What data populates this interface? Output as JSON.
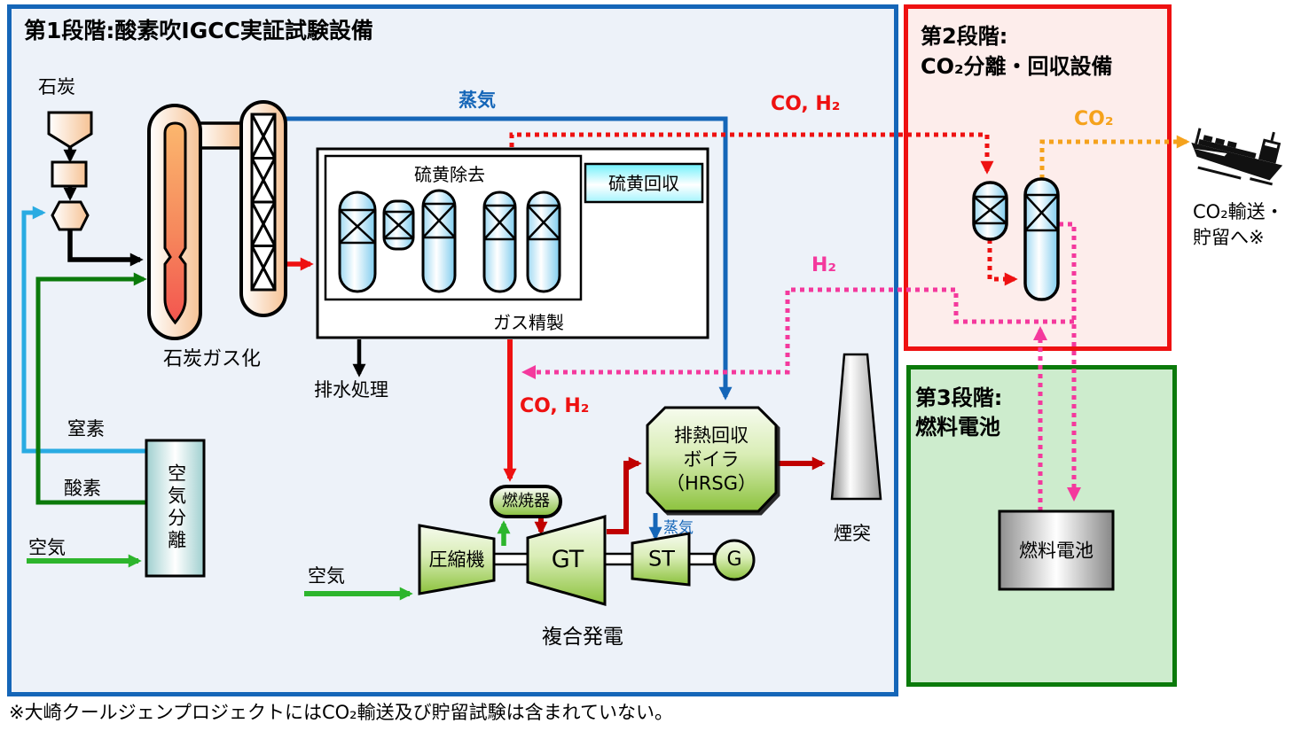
{
  "stage1": {
    "title": "第1段階:酸素吹IGCC実証試験設備",
    "coal": "石炭",
    "gasifier": "石炭ガス化",
    "steam_top": "蒸気",
    "syngas_top": "CO, H₂",
    "sulfur_removal": "硫黄除去",
    "sulfur_recovery": "硫黄回収",
    "gas_cleanup": "ガス精製",
    "wastewater": "排水処理",
    "syngas_down": "CO, H₂",
    "nitrogen": "窒素",
    "oxygen": "酸素",
    "air_to_asu": "空気",
    "air_separation": "空気分離",
    "air_to_compressor": "空気",
    "combustor": "燃焼器",
    "compressor": "圧縮機",
    "gas_turbine": "GT",
    "steam_turbine": "ST",
    "generator": "G",
    "steam_to_st": "蒸気",
    "hrsg_line1": "排熱回収",
    "hrsg_line2": "ボイラ",
    "hrsg_line3": "（HRSG）",
    "stack": "煙突",
    "combined_cycle": "複合発電"
  },
  "stage2": {
    "title_line1": "第2段階:",
    "title_line2": "CO₂分離・回収設備",
    "h2_label": "H₂",
    "co2_label": "CO₂"
  },
  "stage3": {
    "title_line1": "第3段階:",
    "title_line2": "燃料電池",
    "fuel_cell": "燃料電池"
  },
  "shipping": {
    "line1": "CO₂輸送・",
    "line2": "貯留へ※"
  },
  "footnote": "※大崎クールジェンプロジェクトにはCO₂輸送及び貯留試験は含まれていない。",
  "colors": {
    "stage1_border": "#1566b8",
    "stage1_fill": "#edf2f9",
    "stage2_border": "#ee1111",
    "stage2_fill": "#fdedeb",
    "stage3_border": "#0b7a0b",
    "stage3_fill": "#cdeccd",
    "steam_blue": "#1566b8",
    "syngas_red": "#ee1111",
    "exhaust_dark_red": "#c00000",
    "air_green": "#2db52d",
    "oxygen_dark_green": "#0b7a0b",
    "nitrogen_cyan": "#29abe2",
    "h2_magenta": "#f4399d",
    "co2_orange": "#f5a21c"
  }
}
